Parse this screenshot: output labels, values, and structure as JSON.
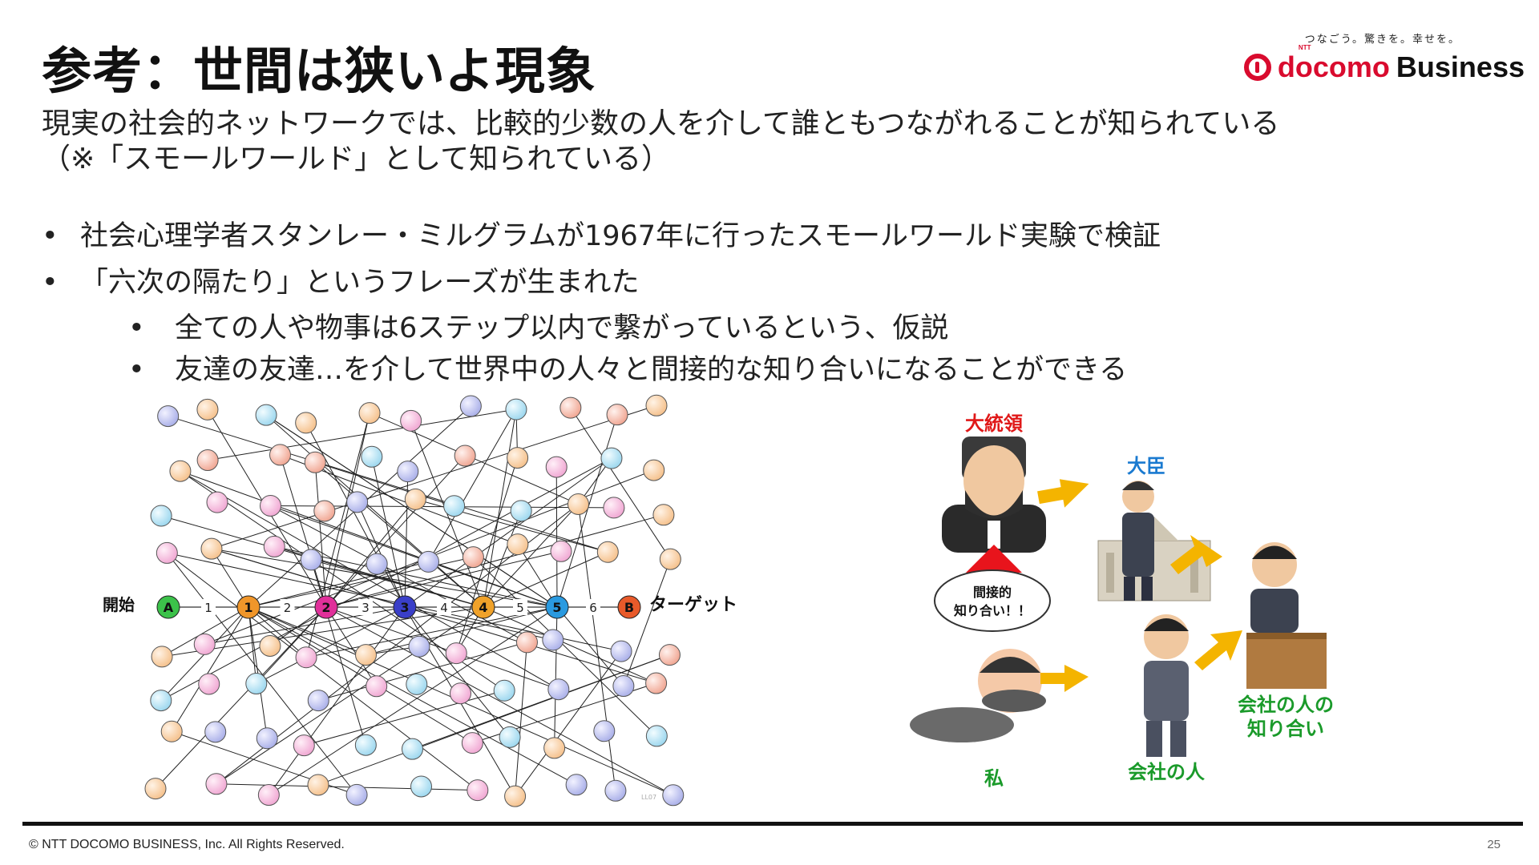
{
  "slide": {
    "title": "参考：世間は狭いよ現象",
    "lead_line1": "現実の社会的ネットワークでは、比較的少数の人を介して誰ともつながれることが知られている",
    "lead_line2": "（※「スモールワールド」として知られている）",
    "bullets": [
      "社会心理学者スタンレー・ミルグラムが1967年に行ったスモールワールド実験で検証",
      "「六次の隔たり」というフレーズが生まれた"
    ],
    "sub_bullets": [
      "全ての人や物事は6ステップ以内で繋がっているという、仮説",
      "友達の友達…を介して世界中の人々と間接的な知り合いになることができる"
    ]
  },
  "logo": {
    "tagline": "つなごう。驚きを。幸せを。",
    "ntt": "NTT",
    "docomo": "docomo",
    "business": "Business"
  },
  "network": {
    "start_label": "開始",
    "target_label": "ターゲット",
    "start_node": "A",
    "target_node": "B",
    "path_nodes": [
      "1",
      "2",
      "3",
      "4",
      "5"
    ],
    "step_labels": [
      "1",
      "2",
      "3",
      "4",
      "5",
      "6"
    ],
    "watermark": "LL07",
    "colors": {
      "start": "#3cc24a",
      "path": [
        "#f0962a",
        "#e0309a",
        "#3a3fc8",
        "#f0a22a",
        "#2a9ae0"
      ],
      "target": "#e85a2a"
    }
  },
  "illustration": {
    "president": "大統領",
    "minister": "大臣",
    "indirect": "間接的\n知り合い！！",
    "me": "私",
    "colleague": "会社の人",
    "colleague_acquaintance": "会社の人の\n知り合い"
  },
  "footer": {
    "copyright": "© NTT DOCOMO BUSINESS, Inc. All Rights Reserved.",
    "page": "25"
  }
}
